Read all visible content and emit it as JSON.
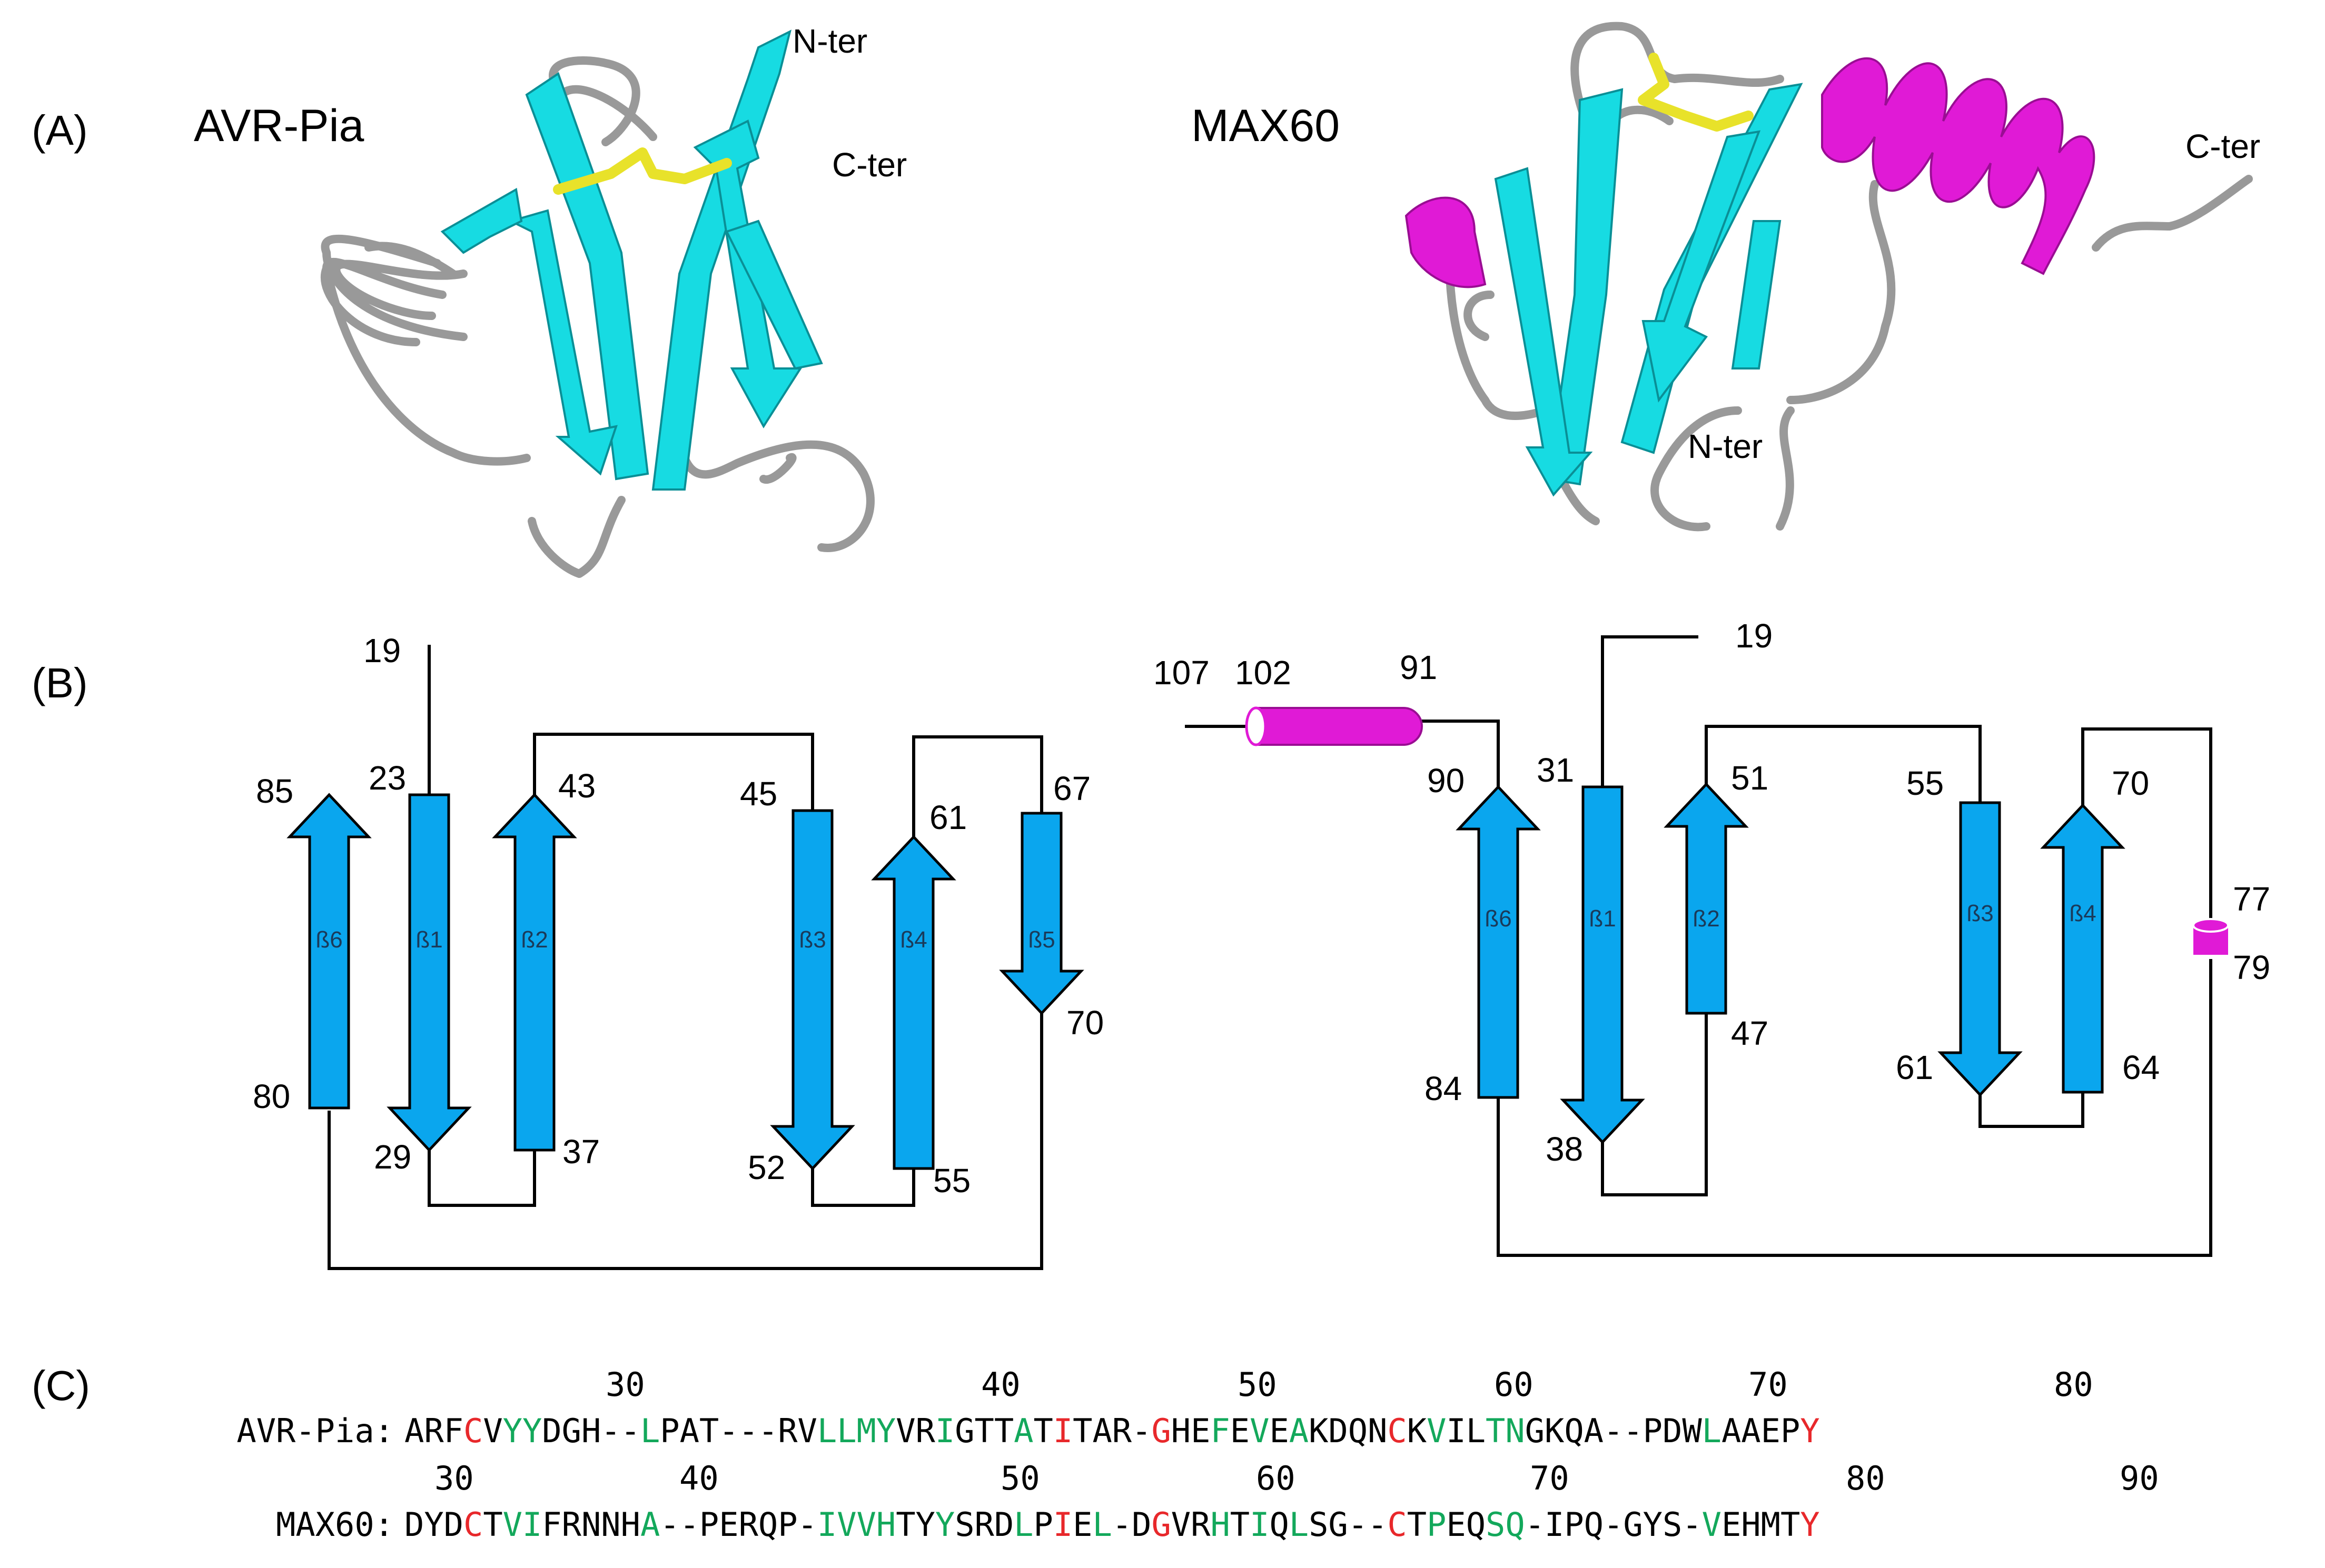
{
  "panels": {
    "a": {
      "label": "(A)",
      "left_title": "AVR-Pia",
      "right_title": "MAX60",
      "left_nter": "N-ter",
      "left_cter": "C-ter",
      "right_nter": "N-ter",
      "right_cter": "C-ter"
    },
    "b": {
      "label": "(B)"
    },
    "c": {
      "label": "(C)"
    }
  },
  "colors": {
    "strand": "#0aa6ee",
    "helix": "#e01ad6",
    "ribbon": "#17dbe2",
    "coil": "#999999",
    "disulfide": "#e8e22a",
    "identical": "#e8282b",
    "similar": "#13a85b"
  },
  "topology_avr": {
    "strands": [
      {
        "name": "ß6",
        "start": "80",
        "end": "85",
        "dir": "up"
      },
      {
        "name": "ß1",
        "start": "23",
        "end": "29",
        "dir": "down"
      },
      {
        "name": "ß2",
        "start": "37",
        "end": "43",
        "dir": "up"
      },
      {
        "name": "ß3",
        "start": "45",
        "end": "52",
        "dir": "down"
      },
      {
        "name": "ß4",
        "start": "55",
        "end": "61",
        "dir": "up"
      },
      {
        "name": "ß5",
        "start": "67",
        "end": "70",
        "dir": "down"
      }
    ],
    "nterm": "19"
  },
  "topology_max": {
    "helix": {
      "start": "91",
      "mid": "102",
      "end": "107"
    },
    "short_helix": {
      "start": "77",
      "end": "79"
    },
    "strands": [
      {
        "name": "ß6",
        "start": "84",
        "end": "90",
        "dir": "up"
      },
      {
        "name": "ß1",
        "start": "31",
        "end": "38",
        "dir": "down"
      },
      {
        "name": "ß2",
        "start": "47",
        "end": "51",
        "dir": "up"
      },
      {
        "name": "ß3",
        "start": "55",
        "end": "61",
        "dir": "down"
      },
      {
        "name": "ß4",
        "start": "64",
        "end": "70",
        "dir": "up"
      }
    ],
    "nterm": "19"
  },
  "alignment": {
    "avr": {
      "name": "AVR-Pia:",
      "ticks": [
        "30",
        "40",
        "50",
        "60",
        "70",
        "80"
      ],
      "segments": [
        [
          "ARF",
          "k"
        ],
        [
          "C",
          "r"
        ],
        [
          "V",
          "k"
        ],
        [
          "YY",
          "g"
        ],
        [
          "DGH--",
          "k"
        ],
        [
          "L",
          "g"
        ],
        [
          "PAT---RV",
          "k"
        ],
        [
          "LLMY",
          "g"
        ],
        [
          "VR",
          "k"
        ],
        [
          "I",
          "g"
        ],
        [
          "GTT",
          "k"
        ],
        [
          "A",
          "g"
        ],
        [
          "T",
          "k"
        ],
        [
          "I",
          "r"
        ],
        [
          "TAR-",
          "k"
        ],
        [
          "G",
          "r"
        ],
        [
          "HE",
          "k"
        ],
        [
          "F",
          "g"
        ],
        [
          "E",
          "k"
        ],
        [
          "V",
          "g"
        ],
        [
          "E",
          "k"
        ],
        [
          "A",
          "g"
        ],
        [
          "KDQN",
          "k"
        ],
        [
          "C",
          "r"
        ],
        [
          "K",
          "k"
        ],
        [
          "V",
          "g"
        ],
        [
          "IL",
          "k"
        ],
        [
          "TN",
          "g"
        ],
        [
          "GKQA--PDW",
          "k"
        ],
        [
          "L",
          "g"
        ],
        [
          "AAEP",
          "k"
        ],
        [
          "Y",
          "r"
        ]
      ]
    },
    "max": {
      "name": "MAX60:",
      "ticks": [
        "30",
        "40",
        "50",
        "60",
        "70",
        "80",
        "90"
      ],
      "segments": [
        [
          "DYD",
          "k"
        ],
        [
          "C",
          "r"
        ],
        [
          "T",
          "k"
        ],
        [
          "VI",
          "g"
        ],
        [
          "FRNNH",
          "k"
        ],
        [
          "A",
          "g"
        ],
        [
          "--PERQP-",
          "k"
        ],
        [
          "IVVH",
          "g"
        ],
        [
          "TY",
          "k"
        ],
        [
          "Y",
          "g"
        ],
        [
          "SRD",
          "k"
        ],
        [
          "L",
          "g"
        ],
        [
          "P",
          "k"
        ],
        [
          "I",
          "r"
        ],
        [
          "E",
          "k"
        ],
        [
          "L",
          "g"
        ],
        [
          "-D",
          "k"
        ],
        [
          "G",
          "r"
        ],
        [
          "VR",
          "k"
        ],
        [
          "H",
          "g"
        ],
        [
          "T",
          "k"
        ],
        [
          "I",
          "g"
        ],
        [
          "Q",
          "k"
        ],
        [
          "L",
          "g"
        ],
        [
          "SG--",
          "k"
        ],
        [
          "C",
          "r"
        ],
        [
          "T",
          "k"
        ],
        [
          "P",
          "g"
        ],
        [
          "EQ",
          "k"
        ],
        [
          "SQ",
          "g"
        ],
        [
          "-IPQ-GYS-",
          "k"
        ],
        [
          "V",
          "g"
        ],
        [
          "EHMT",
          "k"
        ],
        [
          "Y",
          "r"
        ]
      ]
    }
  }
}
